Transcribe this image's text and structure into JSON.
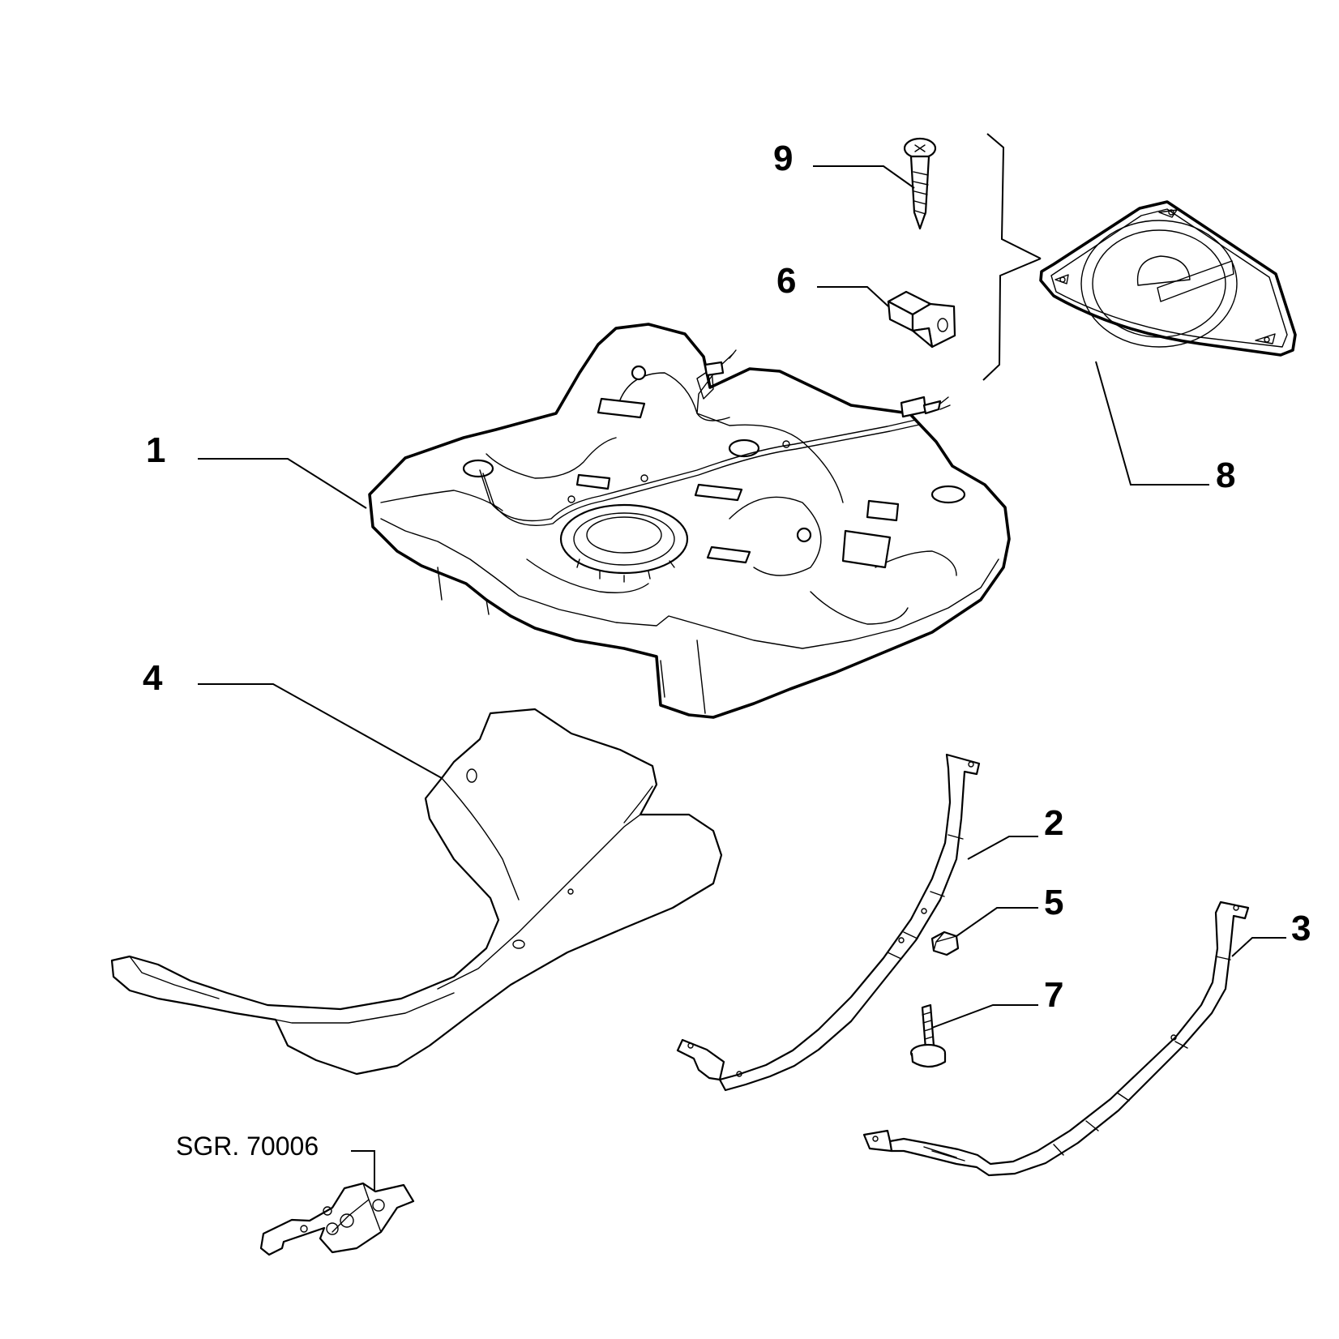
{
  "callouts": {
    "c1": "1",
    "c2": "2",
    "c3": "3",
    "c4": "4",
    "c5": "5",
    "c6": "6",
    "c7": "7",
    "c8": "8",
    "c9": "9"
  },
  "reference": "SGR. 70006"
}
